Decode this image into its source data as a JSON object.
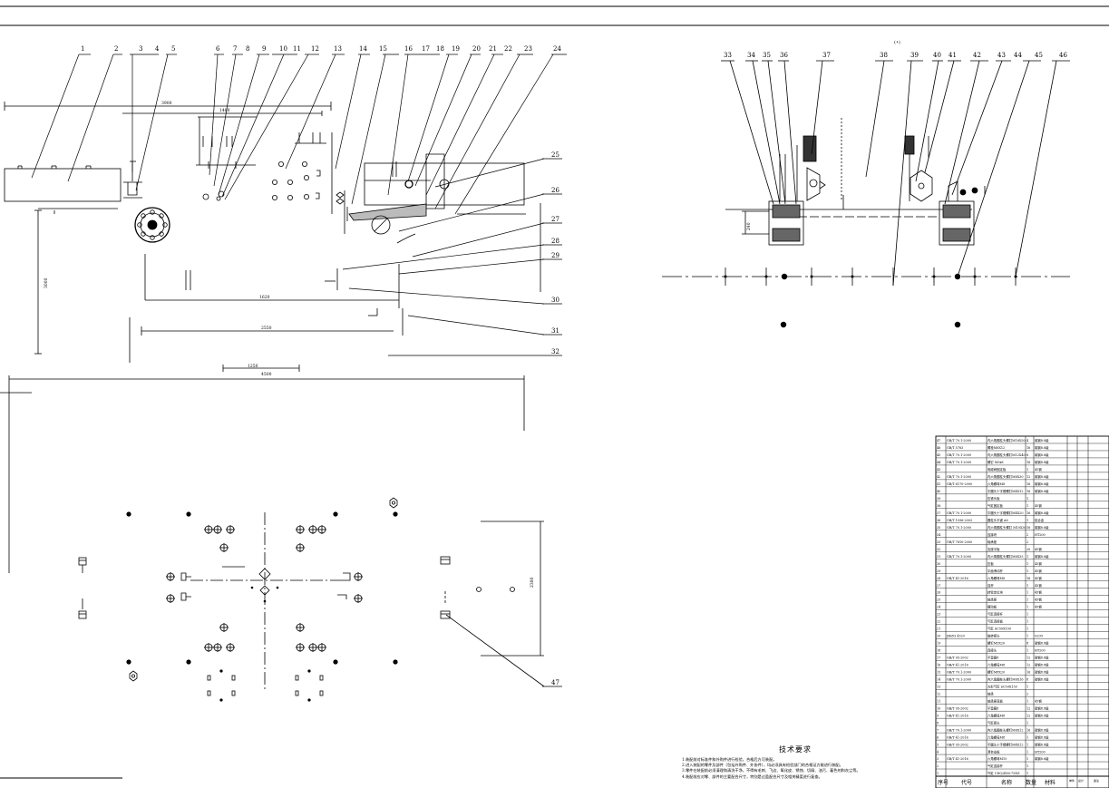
{
  "drawing": {
    "view_marker": "(•)",
    "balloons_front": [
      "1",
      "2",
      "3",
      "4",
      "5",
      "6",
      "7",
      "8",
      "9",
      "10",
      "11",
      "12",
      "13",
      "14",
      "15",
      "16",
      "17",
      "18",
      "19",
      "20",
      "21",
      "22",
      "23",
      "24"
    ],
    "balloons_right": [
      "25",
      "26",
      "27",
      "28",
      "29",
      "30",
      "31",
      "32"
    ],
    "balloons_side": [
      "33",
      "34",
      "35",
      "36",
      "37",
      "38",
      "39",
      "40",
      "41",
      "42",
      "43",
      "44",
      "45",
      "46"
    ],
    "balloon_plan": "47",
    "dimensions": {
      "d_overall_top": "3900",
      "d_mid": "1480",
      "d_bottom_inner": "1620",
      "d_bottom_long": "2550",
      "d_small": "1250",
      "d_plan_width": "4500",
      "d_left_height": "3000",
      "d_plan_height": "2380",
      "d_side": "240"
    }
  },
  "notes": {
    "title": "技术要求",
    "lines": [
      "1.装配前对标准件和外购件进行检验，合格后方可装配。",
      "2.进入装配的零件及部件（包括外购件、外协件），均必须具有检验部门的合格证方能进行装配。",
      "3.零件在装配前必须清理和清洗干净，不得有毛刺、飞边、氧化皮、锈蚀、切屑、油污、着色剂和灰尘等。",
      "4.装配前应对零、部件的主要配合尺寸，特别是过盈配合尺寸及相关精度进行复查。"
    ]
  },
  "bom": {
    "headers": [
      "序号",
      "代号",
      "名称",
      "数量",
      "材料",
      "单件",
      "总计",
      "备注"
    ],
    "rows": [
      [
        "47",
        "GB/T 70.1-2000",
        "内六角圆柱头螺钉M16X50",
        "4",
        "碳钢8.8级"
      ],
      [
        "46",
        "GB/T 5783",
        "螺栓M8X12",
        "16",
        "碳钢8.8级"
      ],
      [
        "45",
        "GB/T 70.1-2000",
        "内六角圆柱头螺钉M12X40",
        "8",
        "碳钢8.8级"
      ],
      [
        "44",
        "GB/T 70.1-2000",
        "螺钉 M5x8",
        "16",
        "碳钢8.8级"
      ],
      [
        "43",
        "",
        "电磁阀固定板",
        "1",
        "45钢"
      ],
      [
        "42",
        "GB/T 70.1-2000",
        "内六角圆柱头螺钉M6X30",
        "12",
        "碳钢8.8级"
      ],
      [
        "41",
        "GB/T 6170-2000",
        "六角螺母M8",
        "16",
        "碳钢8.8级"
      ],
      [
        "40",
        "",
        "平圆头十字槽螺钉M4X12",
        "16",
        "碳钢8.8级"
      ],
      [
        "39",
        "",
        "压紧头板",
        "1",
        ""
      ],
      [
        "38",
        "",
        "气缸固定板",
        "1",
        "45钢"
      ],
      [
        "37",
        "GB/T 70.1-2000",
        "平圆头十字槽螺钉M4X20",
        "16",
        "碳钢8.8级"
      ],
      [
        "36",
        "GB/T 1096-2003",
        "圆柱头平键 A6",
        "1",
        "铝合金"
      ],
      [
        "35",
        "GB/T 70.1-2000",
        "内六角圆柱头螺钉 M10X30",
        "16",
        "碳钢8.8级"
      ],
      [
        "34",
        "",
        "连接块",
        "2",
        "HT200"
      ],
      [
        "33",
        "GB/T 7810-2000",
        "轴承座",
        "2",
        ""
      ],
      [
        "32",
        "",
        "支座平板",
        "20",
        "45钢"
      ],
      [
        "31",
        "GB/T 70.1-2000",
        "内六角圆柱头螺钉M6X35",
        "1",
        "碳钢8.8级"
      ],
      [
        "30",
        "",
        "压板",
        "1",
        "45钢"
      ],
      [
        "29",
        "",
        "平面滑动杆",
        "1",
        "45钢"
      ],
      [
        "28",
        "GB/T 41-2016",
        "六角螺母M8",
        "16",
        "45钢"
      ],
      [
        "27",
        "",
        "连杆",
        "1",
        "45钢"
      ],
      [
        "26",
        "",
        "转臂定位块",
        "1",
        "45钢"
      ],
      [
        "25",
        "",
        "轴承座",
        "1",
        "45钢"
      ],
      [
        "24",
        "",
        "摆动板",
        "1",
        "45钢"
      ],
      [
        "23",
        "",
        "气缸连接杆",
        "1",
        ""
      ],
      [
        "22",
        "",
        "气缸连接板",
        "1",
        ""
      ],
      [
        "21",
        "",
        "气缸 SC50X100",
        "1",
        ""
      ],
      [
        "20",
        "JB/ZQ 4320",
        "旋转接头",
        "1",
        "Q235"
      ],
      [
        "19",
        "",
        "螺钉M5X20",
        "8",
        "碳钢8.8级"
      ],
      [
        "18",
        "",
        "连接头",
        "1",
        "HT200"
      ],
      [
        "17",
        "GB/T 95-2002",
        "平垫圈8",
        "12",
        "碳钢8.8级"
      ],
      [
        "16",
        "GB/T 41-2016",
        "六角螺母M8",
        "12",
        "碳钢8.8级"
      ],
      [
        "15",
        "GB/T 70.1-2000",
        "螺钉M8X20",
        "16",
        "碳钢8.8级"
      ],
      [
        "14",
        "GB/T 70.1-2000",
        "内六角圆柱头螺钉M6X16",
        "8",
        "碳钢8.8级"
      ],
      [
        "13",
        "",
        "方形气缸 SC50X150",
        "1",
        ""
      ],
      [
        "12",
        "",
        "轴承",
        "2",
        ""
      ],
      [
        "11",
        "",
        "轴承座底板",
        "1",
        "45钢"
      ],
      [
        "10",
        "GB/T 95-2002",
        "平垫圈8",
        "12",
        "碳钢8.8级"
      ],
      [
        "9",
        "GB/T 41-2016",
        "六角螺母M8",
        "12",
        "碳钢8.8级"
      ],
      [
        "8",
        "",
        "气缸接头",
        "1",
        ""
      ],
      [
        "7",
        "GB/T 70.1-2000",
        "内六角圆柱头螺钉M6X12",
        "16",
        "碳钢8.8级"
      ],
      [
        "6",
        "GB/T 41-2016",
        "六角螺母M8",
        "1",
        "碳钢8.8级"
      ],
      [
        "5",
        "GB/T 95-2002",
        "平圆头十字槽螺钉M4X12",
        "1",
        "碳钢8.8级"
      ],
      [
        "4",
        "",
        "滑台支板",
        "1",
        "HT200"
      ],
      [
        "3",
        "GB/T 41-2016",
        "六角螺母M10",
        "1",
        "碳钢8.8级"
      ],
      [
        "2",
        "",
        "气缸连接杆",
        "1",
        ""
      ],
      [
        "1",
        "",
        "气缸 CDQ2B50-75DZ",
        "1",
        ""
      ]
    ]
  }
}
